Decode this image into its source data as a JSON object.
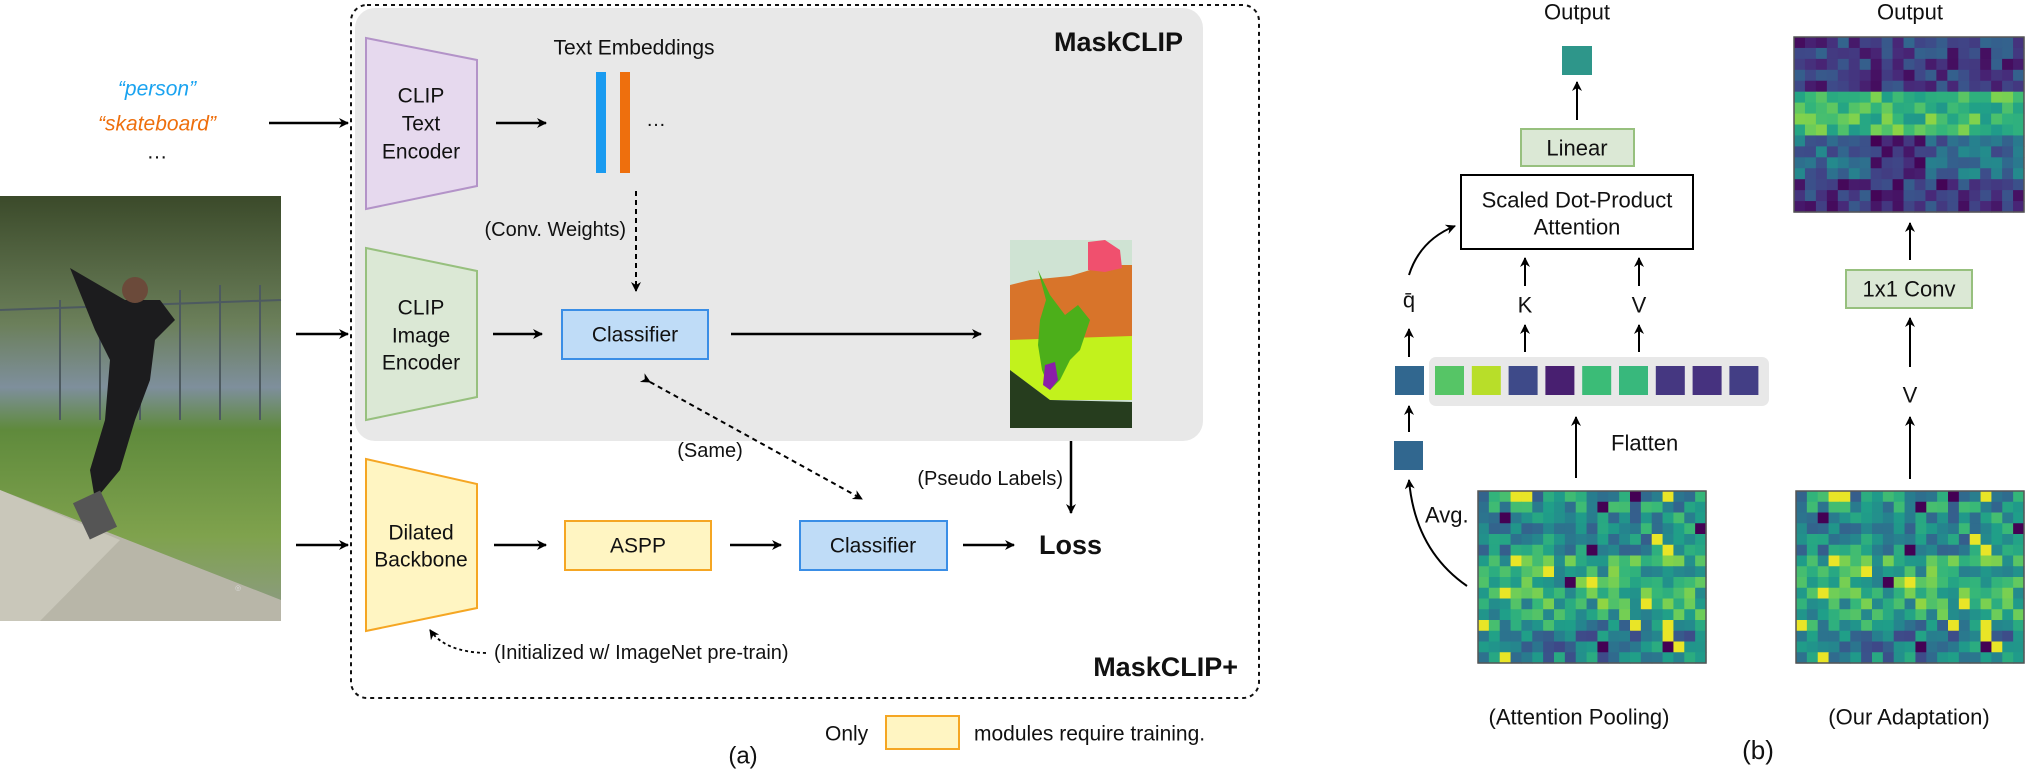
{
  "panel_a": {
    "inputs": {
      "person": "“person”",
      "skateboard": "“skateboard”",
      "more": "…"
    },
    "input_colors": {
      "person": "#1aa3f0",
      "skateboard": "#ee6f0d"
    },
    "text_encoder": [
      "CLIP",
      "Text",
      "Encoder"
    ],
    "image_encoder": [
      "CLIP",
      "Image",
      "Encoder"
    ],
    "backbone": [
      "Dilated",
      "Backbone"
    ],
    "text_embeddings": "Text Embeddings",
    "embedding_ellipsis": "…",
    "conv_weights": "(Conv. Weights)",
    "classifier": "Classifier",
    "same": "(Same)",
    "pseudo_labels": "(Pseudo Labels)",
    "aspp": "ASPP",
    "classifier2": "Classifier",
    "loss": "Loss",
    "initialized": "(Initialized w/ ImageNet pre-train)",
    "maskclip": "MaskCLIP",
    "maskclip_plus": "MaskCLIP+",
    "legend": {
      "only": "Only",
      "text": "modules require training."
    },
    "caption": "(a)",
    "colors": {
      "text_encoder": "#e6d9ee",
      "image_encoder": "#dbe8d5",
      "trainable": "#fff5c2",
      "classifier": "#bfdcf7",
      "maskclip_bg": "#e8e8e8"
    }
  },
  "panel_b": {
    "output_left": "Output",
    "output_right": "Output",
    "linear": "Linear",
    "sdpa": [
      "Scaled Dot-Product",
      "Attention"
    ],
    "q": "q̄",
    "k": "K",
    "v": "V",
    "avg": "Avg.",
    "flatten": "Flatten",
    "conv": "1x1 Conv",
    "v_right": "V",
    "caption_left": "(Attention Pooling)",
    "caption_right": "(Our Adaptation)",
    "caption": "(b)",
    "output_token_color": "#2e968a",
    "q_color": "#31678f",
    "tokens": [
      "#56c566",
      "#b8de29",
      "#3e4a89",
      "#481f70",
      "#3bbc77",
      "#38b87c",
      "#453781",
      "#46327f",
      "#433e85"
    ]
  }
}
